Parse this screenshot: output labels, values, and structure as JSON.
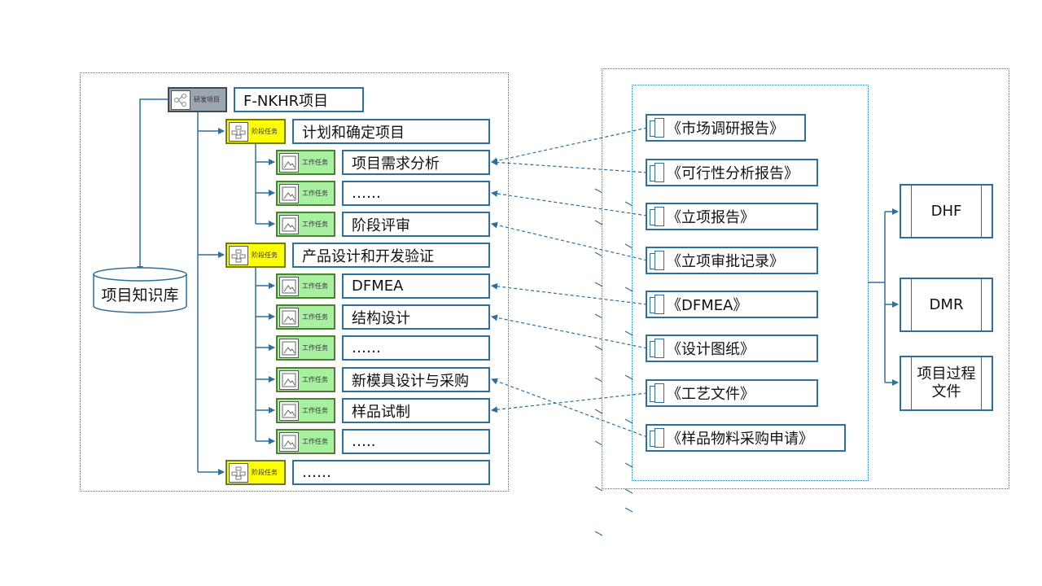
{
  "root": {
    "tag": "研发项目",
    "title": "F-NKHR项目"
  },
  "knowledge_base": "项目知识库",
  "stage_tag": "阶段任务",
  "work_tag": "工作任务",
  "stages": [
    {
      "title": "计划和确定项目",
      "tasks": [
        "项目需求分析",
        "……",
        "阶段评审"
      ]
    },
    {
      "title": "产品设计和开发验证",
      "tasks": [
        "DFMEA",
        "结构设计",
        "……",
        "新模具设计与采购",
        "样品试制",
        "….."
      ]
    },
    {
      "title": "……",
      "tasks": []
    }
  ],
  "documents": [
    "《市场调研报告》",
    "《可行性分析报告》",
    "《立项报告》",
    "《立项审批记录》",
    "《DFMEA》",
    "《设计图纸》",
    "《工艺文件》",
    "《样品物料采购申请》"
  ],
  "outputs": [
    "DHF",
    "DMR",
    "项目过程\n文件"
  ],
  "colors": {
    "line": "#2e6fa0",
    "stage_tag": "#ffff00",
    "work_tag": "#a6f0a0",
    "root_tag": "#9ca6b0"
  }
}
